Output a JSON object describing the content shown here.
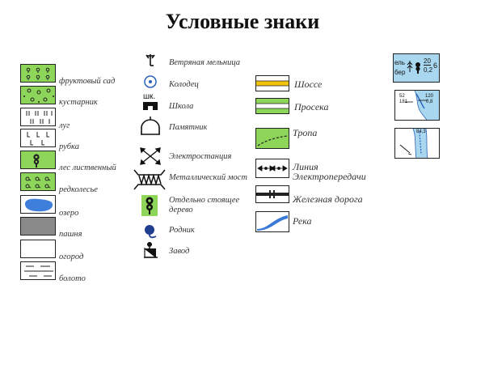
{
  "page": {
    "title": "Условные знаки"
  },
  "colors": {
    "green": "#8ed65a",
    "lake": "#3f7fdc",
    "river": "#3b79d6",
    "arable": "#8a8a8a",
    "road_yellow": "#f3c30c",
    "light_blue": "#a9d7ef"
  },
  "legend": {
    "col1": [
      {
        "label": "фруктовый сад",
        "icon": "orchard"
      },
      {
        "label": "кустарник",
        "icon": "shrub"
      },
      {
        "label": "луг",
        "icon": "meadow"
      },
      {
        "label": "рубка",
        "icon": "clearing-cut"
      },
      {
        "label": "лес лиственный",
        "icon": "deciduous-forest"
      },
      {
        "label": "редколесье",
        "icon": "sparse-forest"
      },
      {
        "label": "озеро",
        "icon": "lake"
      },
      {
        "label": "пашня",
        "icon": "arable-land"
      },
      {
        "label": "огород",
        "icon": "vegetable-garden"
      },
      {
        "label": "болото",
        "icon": "swamp"
      }
    ],
    "col2": [
      {
        "label": "Ветряная мельница",
        "icon": "windmill"
      },
      {
        "label": "Колодец",
        "icon": "well"
      },
      {
        "label": "Школа",
        "icon": "school",
        "icon_text": "шк."
      },
      {
        "label": "Памятник",
        "icon": "monument"
      },
      {
        "label": "Электростанция",
        "icon": "power-station"
      },
      {
        "label": "Металлический мост",
        "icon": "metal-bridge"
      },
      {
        "label": "Отдельно стоящее дерево",
        "icon": "lone-tree"
      },
      {
        "label": "Родник",
        "icon": "spring"
      },
      {
        "label": "Завод",
        "icon": "factory"
      }
    ],
    "col3": [
      {
        "label": "Шоссе",
        "icon": "highway"
      },
      {
        "label": "Просека",
        "icon": "forest-cutting"
      },
      {
        "label": "Тропа",
        "icon": "trail"
      },
      {
        "label": "Линия Электропередачи",
        "icon": "power-line"
      },
      {
        "label": "Железная дорога",
        "icon": "railway"
      },
      {
        "label": "Река",
        "icon": "river"
      }
    ],
    "col4": [
      {
        "icon": "forest-characteristic",
        "texts": [
          "ель",
          "бер",
          "20",
          "0,2",
          "6"
        ]
      },
      {
        "icon": "river-width-map",
        "texts": [
          "52",
          "181",
          "120",
          "0,8"
        ]
      },
      {
        "icon": "river-depth-map",
        "texts": [
          "84,3"
        ]
      }
    ]
  }
}
